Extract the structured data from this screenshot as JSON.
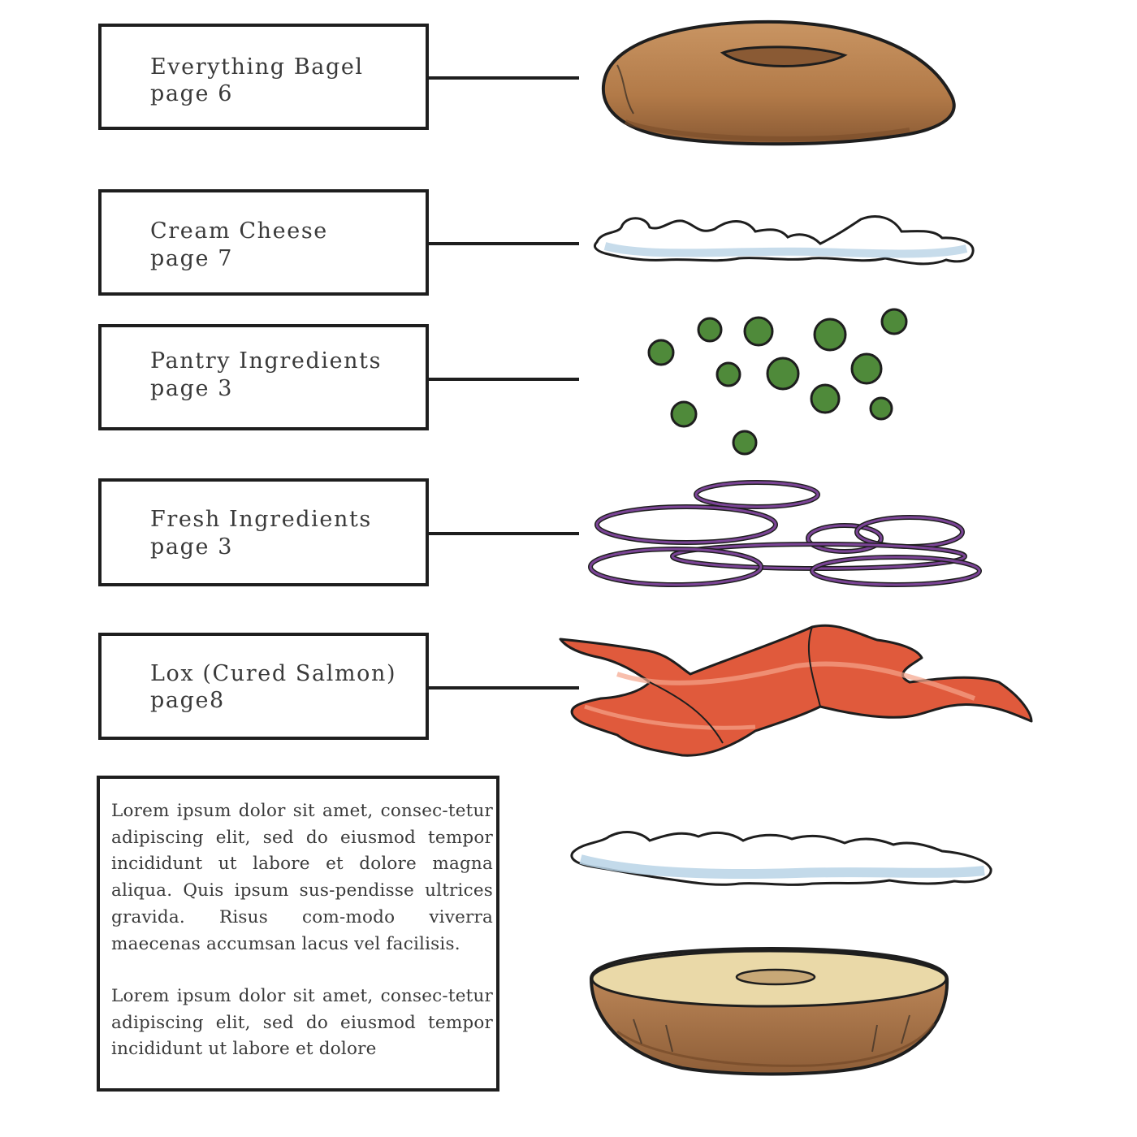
{
  "layers": [
    {
      "id": "bagel-top",
      "title": "Everything Bagel",
      "page": "page 6"
    },
    {
      "id": "cream-cheese",
      "title": "Cream Cheese",
      "page": "page 7"
    },
    {
      "id": "capers",
      "title": "Pantry Ingredients",
      "page": "page 3"
    },
    {
      "id": "onions",
      "title": "Fresh Ingredients",
      "page": "page 3"
    },
    {
      "id": "lox",
      "title": "Lox (Cured Salmon)",
      "page": "page8"
    }
  ],
  "description": {
    "paragraph_1": "Lorem ipsum dolor sit amet, consec-tetur adipiscing elit, sed do eiusmod tempor incididunt ut labore et dolore magna aliqua. Quis ipsum sus-pendisse ultrices gravida. Risus com-modo viverra maecenas accumsan lacus vel facilisis.",
    "paragraph_2": "Lorem ipsum dolor sit amet, consec-tetur adipiscing elit, sed do eiusmod tempor incididunt ut labore et dolore"
  },
  "colors": {
    "bagel": "#b07a4a",
    "bagel_cut": "#ead9a8",
    "cream_cheese_shadow": "#b9d3e6",
    "caper": "#4f8a3a",
    "onion": "#6e3a86",
    "salmon": "#e05a3c",
    "outline": "#1e1e1e"
  }
}
